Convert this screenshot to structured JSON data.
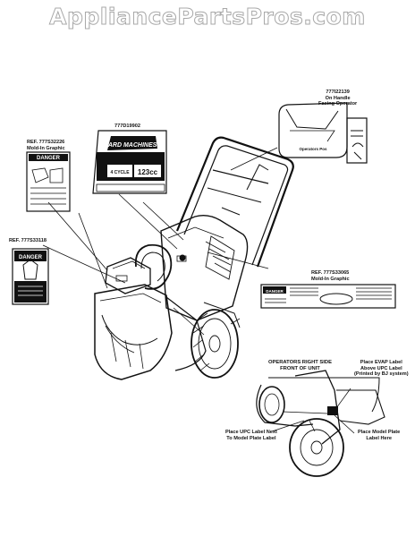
{
  "watermark": "AppliancePartsPros.com",
  "labels": {
    "l777i22139": {
      "number": "777I22139",
      "line1": "On Handle",
      "line2": "Facing Operator"
    },
    "l777d19902": {
      "number": "777D19902"
    },
    "l777s32226": {
      "ref": "REF. 777S32226",
      "line1": "Mold-In Graphic"
    },
    "l777s33118": {
      "ref": "REF. 777S33118"
    },
    "l777s33065": {
      "ref": "REF. 777S33065",
      "line1": "Mold-In Graphic"
    }
  },
  "decal_text": {
    "danger": "DANGER",
    "brand": "YARD MACHINES",
    "engine": "123cc",
    "stage": "4 CYCLE",
    "operator": "Operators Pos"
  },
  "inset": {
    "title1": "OPERATORS RIGHT SIDE",
    "title2": "FRONT OF UNIT",
    "evap": [
      "Place EVAP Label",
      "Above UPC Label",
      "(Printed by BJ system)"
    ],
    "upc": [
      "Place UPC Label Next",
      "To Model Plate Label"
    ],
    "model": [
      "Place Model Plate",
      "Label Here"
    ]
  }
}
